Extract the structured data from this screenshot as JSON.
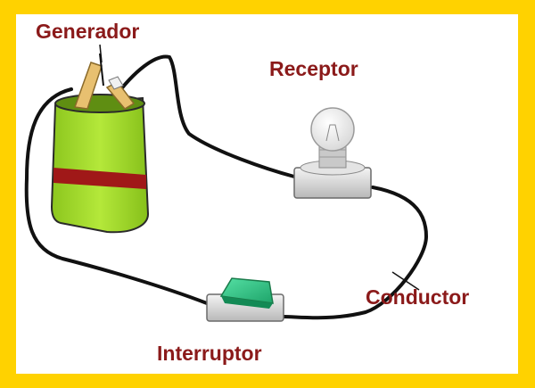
{
  "labels": {
    "generator": "Generador",
    "receiver": "Receptor",
    "conductor": "Conductor",
    "switch": "Interruptor"
  },
  "colors": {
    "border": "#ffd200",
    "label": "#8b1a1a",
    "battery": "#a8e02a",
    "battery_stripe": "#a01818",
    "wire": "#111111"
  },
  "icons": {
    "generator": "battery-icon",
    "receiver": "light-bulb-icon",
    "switch": "rocker-switch-icon"
  }
}
